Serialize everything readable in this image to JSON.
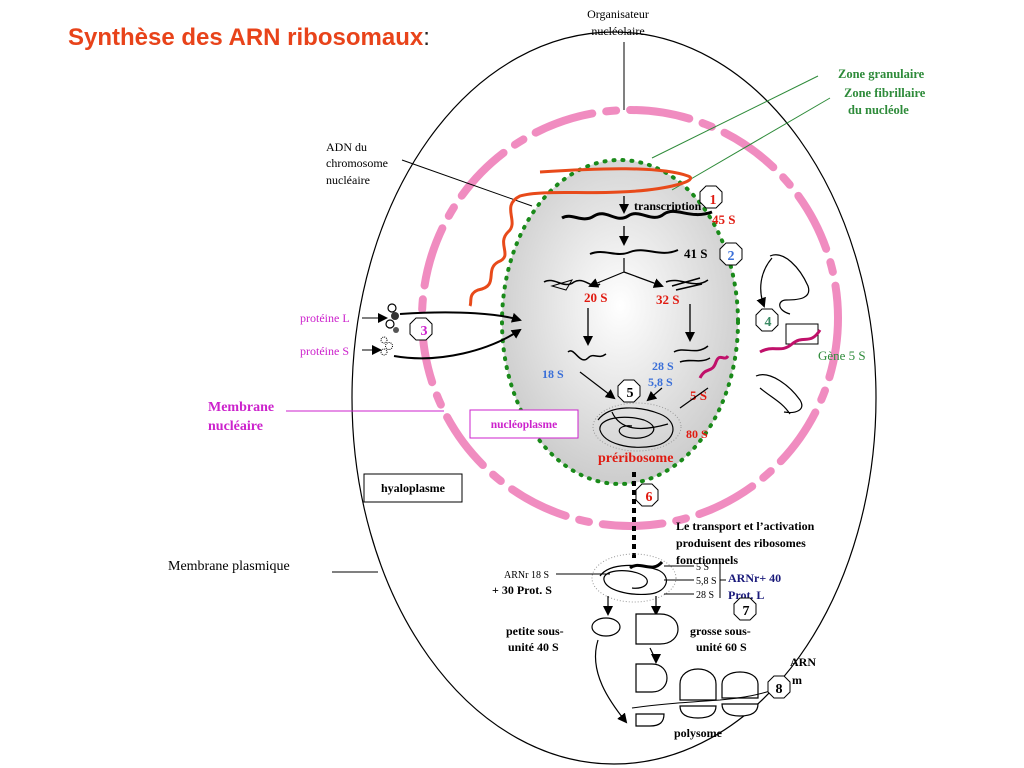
{
  "title": {
    "text": "Synthèse des ARN ribosomaux",
    "suffix": ":"
  },
  "labels": {
    "organizer_1": "Organisateur",
    "organizer_2": "nucléolaire",
    "zone_granular": "Zone granulaire",
    "zone_fibrillar": "Zone fibrillaire",
    "zone_fibrillar_2": "du nucléole",
    "dna_1": "ADN du",
    "dna_2": "chromosome",
    "dna_3": "nucléaire",
    "transcription": "transcription",
    "s45": "45 S",
    "s41": "41 S",
    "s20": "20 S",
    "s32": "32 S",
    "s18": "18 S",
    "s28": "28 S",
    "s58": "5,8 S",
    "s5": "5 S",
    "s80": "80 S",
    "preribosome": "préribosome",
    "protein_l": "protéine L",
    "protein_s": "protéine S",
    "membrane_nuc_1": "Membrane",
    "membrane_nuc_2": "nucléaire",
    "nucleoplasm": "nucléoplasme",
    "hyaloplasm": "hyaloplasme",
    "gene5s": "Gène 5 S",
    "transport_1": "Le transport et l’activation",
    "transport_2": "produisent des ribosomes",
    "transport_3": "fonctionnels",
    "plasma_membrane": "Membrane plasmique",
    "arnr18": "ARNr 18 S",
    "prot30": "+ 30 Prot. S",
    "small_5s": "5 S",
    "small_58s": "5,8 S",
    "small_28s": "28 S",
    "arnr40_1": "ARNr+ 40",
    "arnr40_2": "Prot. L",
    "small_sub_1": "petite sous-",
    "small_sub_2": "unité 40 S",
    "large_sub_1": "grosse sous-",
    "large_sub_2": "unité 60 S",
    "arnm_1": "ARN",
    "arnm_2": "m",
    "polysome": "polysome"
  },
  "steps": [
    "1",
    "2",
    "3",
    "4",
    "5",
    "6",
    "7",
    "8"
  ],
  "colors": {
    "title": "#e8431a",
    "red": "#e01a10",
    "blue": "#3a6fd8",
    "magenta": "#cc22cc",
    "green": "#2e8b3a",
    "teal": "#3a8a64",
    "navy": "#1a1a7a",
    "pink": "#f08cc0",
    "crimson": "#c0106a",
    "dna": "#e84a1a"
  }
}
